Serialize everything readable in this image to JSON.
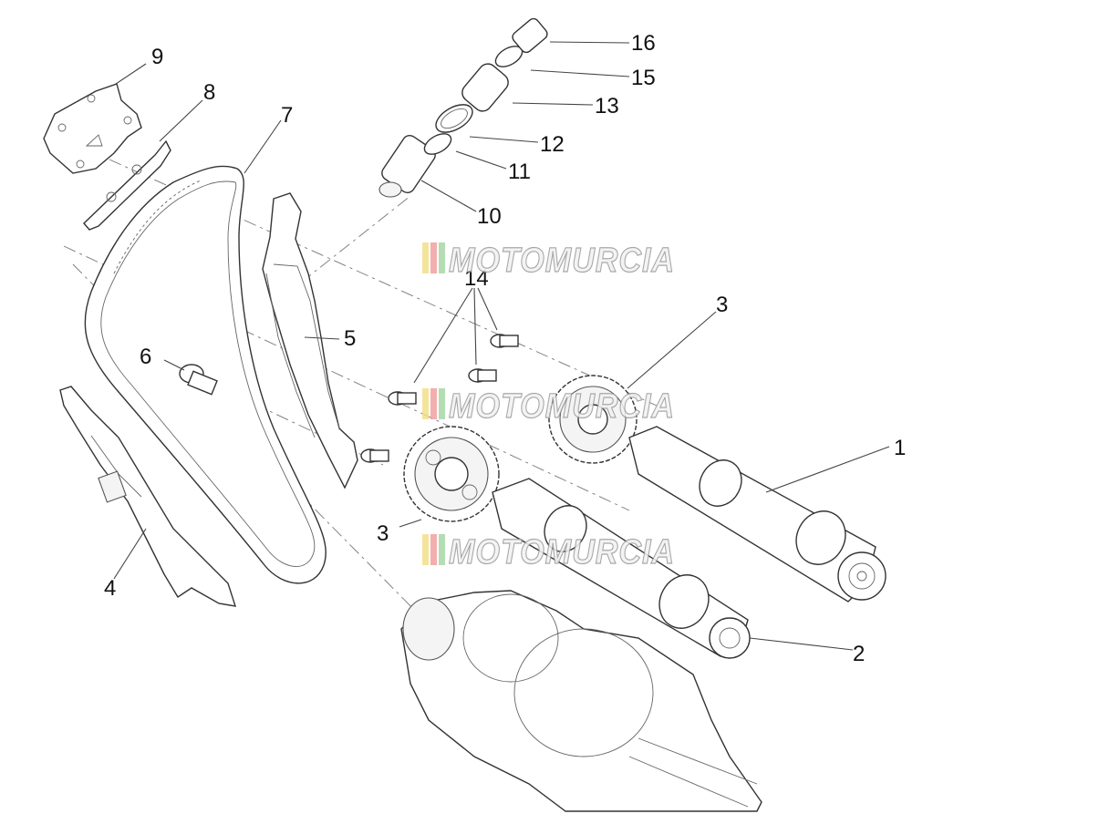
{
  "diagram": {
    "watermark": "MOTOMURCIA",
    "callouts": [
      {
        "id": "c16",
        "text": "16"
      },
      {
        "id": "c15",
        "text": "15"
      },
      {
        "id": "c13",
        "text": "13"
      },
      {
        "id": "c12",
        "text": "12"
      },
      {
        "id": "c11",
        "text": "11"
      },
      {
        "id": "c10",
        "text": "10"
      },
      {
        "id": "c9",
        "text": "9"
      },
      {
        "id": "c8",
        "text": "8"
      },
      {
        "id": "c7",
        "text": "7"
      },
      {
        "id": "c14",
        "text": "14"
      },
      {
        "id": "c5",
        "text": "5"
      },
      {
        "id": "c6",
        "text": "6"
      },
      {
        "id": "c3a",
        "text": "3"
      },
      {
        "id": "c3b",
        "text": "3"
      },
      {
        "id": "c1",
        "text": "1"
      },
      {
        "id": "c4",
        "text": "4"
      },
      {
        "id": "c2",
        "text": "2"
      }
    ],
    "colors": {
      "line": "#333333",
      "watermark_stripes": [
        "#f3e08a",
        "#f2a0a0",
        "#a8d8a8"
      ]
    }
  }
}
